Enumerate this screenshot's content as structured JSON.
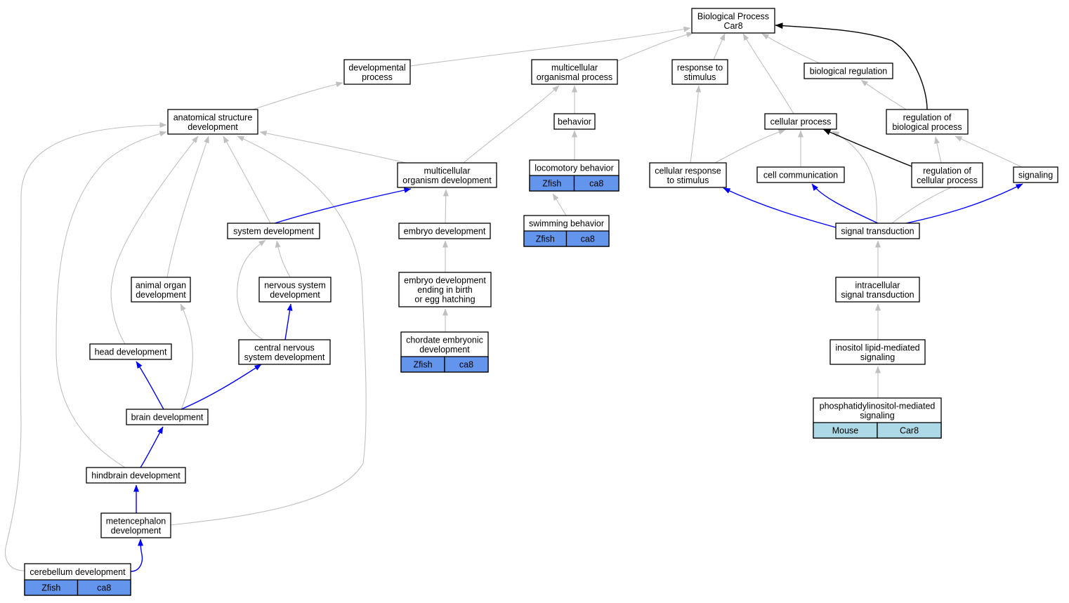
{
  "colors": {
    "gray_edge": "#c0c0c0",
    "blue_edge": "#0000ff",
    "black_edge": "#000000",
    "zfish_fill": "#6495ed",
    "mouse_fill": "#add8e6"
  },
  "nodes": {
    "bp": [
      "Biological Process",
      "Car8"
    ],
    "dev_process": [
      "developmental",
      "process"
    ],
    "multi_proc": [
      "multicellular",
      "organismal process"
    ],
    "resp_stim": [
      "response to",
      "stimulus"
    ],
    "bio_reg": [
      "biological regulation"
    ],
    "ana_dev": [
      "anatomical structure",
      "development"
    ],
    "behavior": [
      "behavior"
    ],
    "cell_proc": [
      "cellular process"
    ],
    "reg_bio": [
      "regulation of",
      "biological process"
    ],
    "loco": [
      "locomotory behavior"
    ],
    "mod": [
      "multicellular",
      "organism development"
    ],
    "cell_resp": [
      "cellular response",
      "to stimulus"
    ],
    "cell_comm": [
      "cell communication"
    ],
    "reg_cell": [
      "regulation of",
      "cellular process"
    ],
    "signaling": [
      "signaling"
    ],
    "swim": [
      "swimming behavior"
    ],
    "sys_dev": [
      "system development"
    ],
    "emb_dev": [
      "embryo development"
    ],
    "sig_trans": [
      "signal transduction"
    ],
    "animal_organ": [
      "animal organ",
      "development"
    ],
    "nerv_dev": [
      "nervous system",
      "development"
    ],
    "emb_birth": [
      "embryo development",
      "ending in birth",
      "or egg hatching"
    ],
    "intra_sig": [
      "intracellular",
      "signal transduction"
    ],
    "head_dev": [
      "head development"
    ],
    "cns_dev": [
      "central nervous",
      "system development"
    ],
    "chordate": [
      "chordate embryonic",
      "development"
    ],
    "inositol": [
      "inositol lipid-mediated",
      "signaling"
    ],
    "brain_dev": [
      "brain development"
    ],
    "pim": [
      "phosphatidylinositol-mediated",
      "signaling"
    ],
    "hind_dev": [
      "hindbrain development"
    ],
    "meten": [
      "metencephalon",
      "development"
    ],
    "cereb": [
      "cerebellum development"
    ]
  },
  "annotations": {
    "loco": [
      "Zfish",
      "ca8"
    ],
    "swim": [
      "Zfish",
      "ca8"
    ],
    "chordate": [
      "Zfish",
      "ca8"
    ],
    "pim": [
      "Mouse",
      "Car8"
    ],
    "cereb": [
      "Zfish",
      "ca8"
    ]
  }
}
